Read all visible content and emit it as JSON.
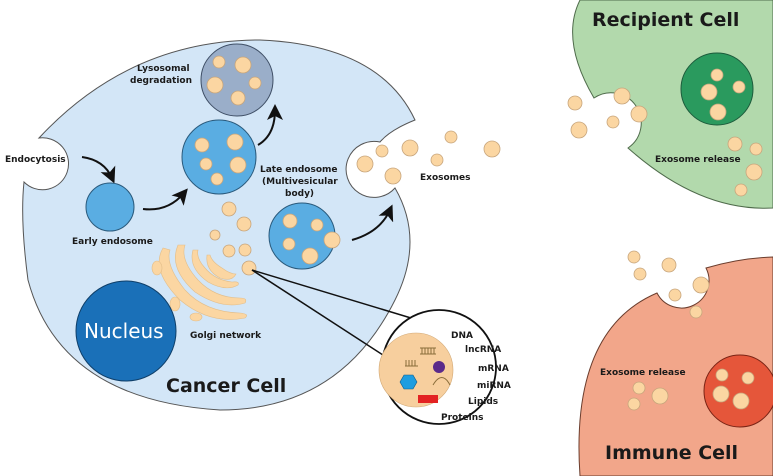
{
  "title": "Exosome biogenesis and transfer between cells",
  "cells": {
    "cancer": {
      "label": "Cancer Cell",
      "color": "#d3e6f7"
    },
    "recipient": {
      "label": "Recipient Cell",
      "color": "#b2d9ac"
    },
    "immune": {
      "label": "Immune Cell",
      "color": "#f2a68a"
    }
  },
  "labels": {
    "endocytosis": "Endocytosis",
    "early_endosome": "Early endosome",
    "lysosomal_1": "Lysosomal",
    "lysosomal_2": "degradation",
    "late_endo_1": "Late endosome",
    "late_endo_2": "(Multivesicular",
    "late_endo_3": "body)",
    "exosomes": "Exosomes",
    "nucleus": "Nucleus",
    "golgi": "Golgi network",
    "recipient_release": "Exosome release",
    "immune_release": "Exosome release"
  },
  "cargo": {
    "items": [
      "DNA",
      "lncRNA",
      "mRNA",
      "miRNA",
      "Lipids",
      "Proteins"
    ]
  },
  "colors": {
    "vesicle": "#fbd6a2",
    "endosome": "#5aade2",
    "lysosome": "#9aaec9",
    "nucleus": "#1a70b8",
    "recipient_organelle": "#2a9a5e",
    "immune_organelle": "#e5563a"
  }
}
